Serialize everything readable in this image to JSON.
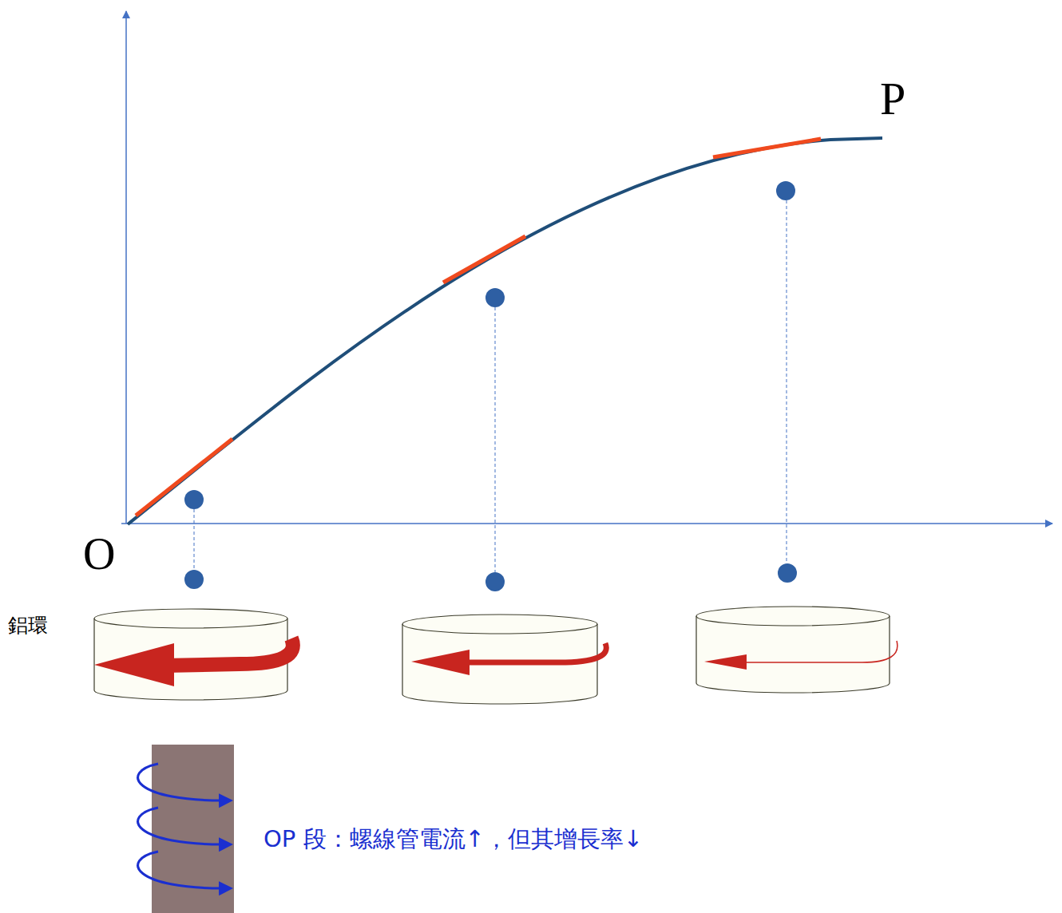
{
  "diagram": {
    "labels": [
      "P",
      "O",
      "鋁環",
      "OP 段：螺線管電流↑，但其增長率↓"
    ]
  }
}
